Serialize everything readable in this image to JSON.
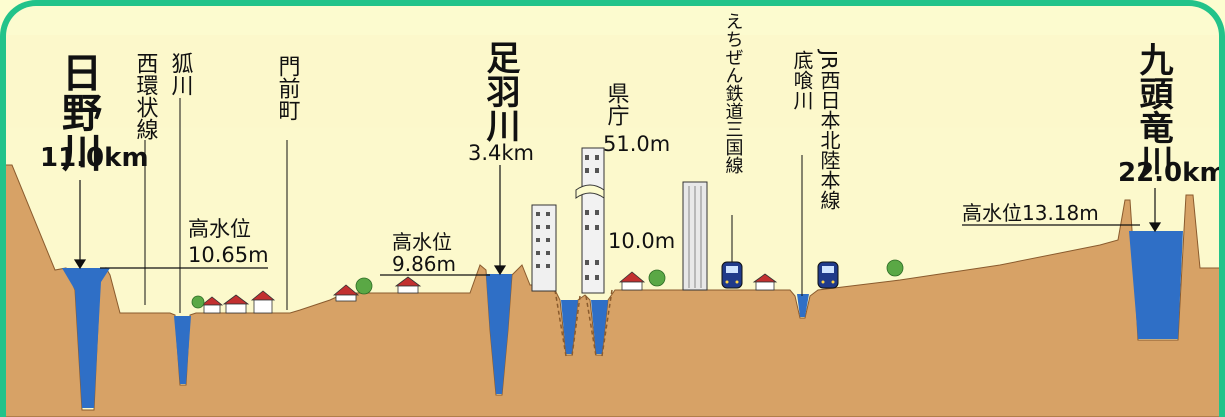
{
  "labels": {
    "hino_river": "日野川",
    "hino_distance": "11.0km",
    "nishi_kanjo_line": "西環状線",
    "kitsune_river": "狐川",
    "monzen_town": "門前町",
    "high_water_left": "高水位",
    "high_water_left_value": "10.65m",
    "high_water_mid": "高水位",
    "high_water_mid_value": "9.86m",
    "asuwa_river": "足羽川",
    "asuwa_distance": "3.4km",
    "prefectural_office": "県庁",
    "prefectural_office_height": "51.0m",
    "office_base_level": "10.0m",
    "echizen_railway": "えちぜん鉄道三国線",
    "sokubami_river": "底喰川",
    "jr_line": "JR西日本北陸本線",
    "high_water_right": "高水位13.18m",
    "kuzuryu_river": "九頭竜川",
    "kuzuryu_distance": "22.0km"
  },
  "colors": {
    "background": "#fcfbcf",
    "frame": "#22c38a",
    "ground": "#d7a266",
    "water": "#2f6fc6",
    "faded_text": "#dcc6a0"
  }
}
